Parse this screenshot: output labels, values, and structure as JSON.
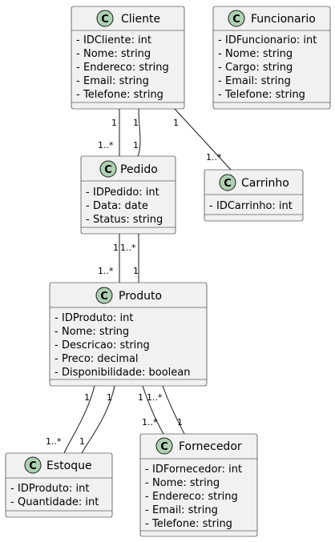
{
  "classes": {
    "cliente": {
      "name": "Cliente",
      "stereotype_glyph": "C",
      "attributes": [
        "IDCliente: int",
        "Nome: string",
        "Endereco: string",
        "Email: string",
        "Telefone: string"
      ]
    },
    "funcionario": {
      "name": "Funcionario",
      "stereotype_glyph": "C",
      "attributes": [
        "IDFuncionario: int",
        "Nome: string",
        "Cargo: string",
        "Email: string",
        "Telefone: string"
      ]
    },
    "pedido": {
      "name": "Pedido",
      "stereotype_glyph": "C",
      "attributes": [
        "IDPedido: int",
        "Data: date",
        "Status: string"
      ]
    },
    "carrinho": {
      "name": "Carrinho",
      "stereotype_glyph": "C",
      "attributes": [
        "IDCarrinho: int"
      ]
    },
    "produto": {
      "name": "Produto",
      "stereotype_glyph": "C",
      "attributes": [
        "IDProduto: int",
        "Nome: string",
        "Descricao: string",
        "Preco: decimal",
        "Disponibilidade: boolean"
      ]
    },
    "estoque": {
      "name": "Estoque",
      "stereotype_glyph": "C",
      "attributes": [
        "IDProduto: int",
        "Quantidade: int"
      ]
    },
    "fornecedor": {
      "name": "Fornecedor",
      "stereotype_glyph": "C",
      "attributes": [
        "IDFornecedor: int",
        "Nome: string",
        "Endereco: string",
        "Email: string",
        "Telefone: string"
      ]
    }
  },
  "associations": [
    {
      "from": "Cliente",
      "to": "Pedido",
      "from_mult": "1",
      "to_mult": "1..*"
    },
    {
      "from": "Cliente",
      "to": "Pedido",
      "from_mult": "1",
      "to_mult": "1"
    },
    {
      "from": "Cliente",
      "to": "Carrinho",
      "from_mult": "1",
      "to_mult": "1..*"
    },
    {
      "from": "Pedido",
      "to": "Produto",
      "from_mult": "1",
      "to_mult": "1..*"
    },
    {
      "from": "Pedido",
      "to": "Produto",
      "from_mult": "1..*",
      "to_mult": "1"
    },
    {
      "from": "Produto",
      "to": "Estoque",
      "from_mult": "1",
      "to_mult": "1..*"
    },
    {
      "from": "Produto",
      "to": "Estoque",
      "from_mult": "1",
      "to_mult": "1"
    },
    {
      "from": "Produto",
      "to": "Fornecedor",
      "from_mult": "1",
      "to_mult": "1..*"
    },
    {
      "from": "Produto",
      "to": "Fornecedor",
      "from_mult": "1..*",
      "to_mult": "1"
    }
  ],
  "colors": {
    "class_fill": "#f1f1f1",
    "class_border": "#181818",
    "circle_fill": "#add1b2",
    "line": "#181818"
  }
}
